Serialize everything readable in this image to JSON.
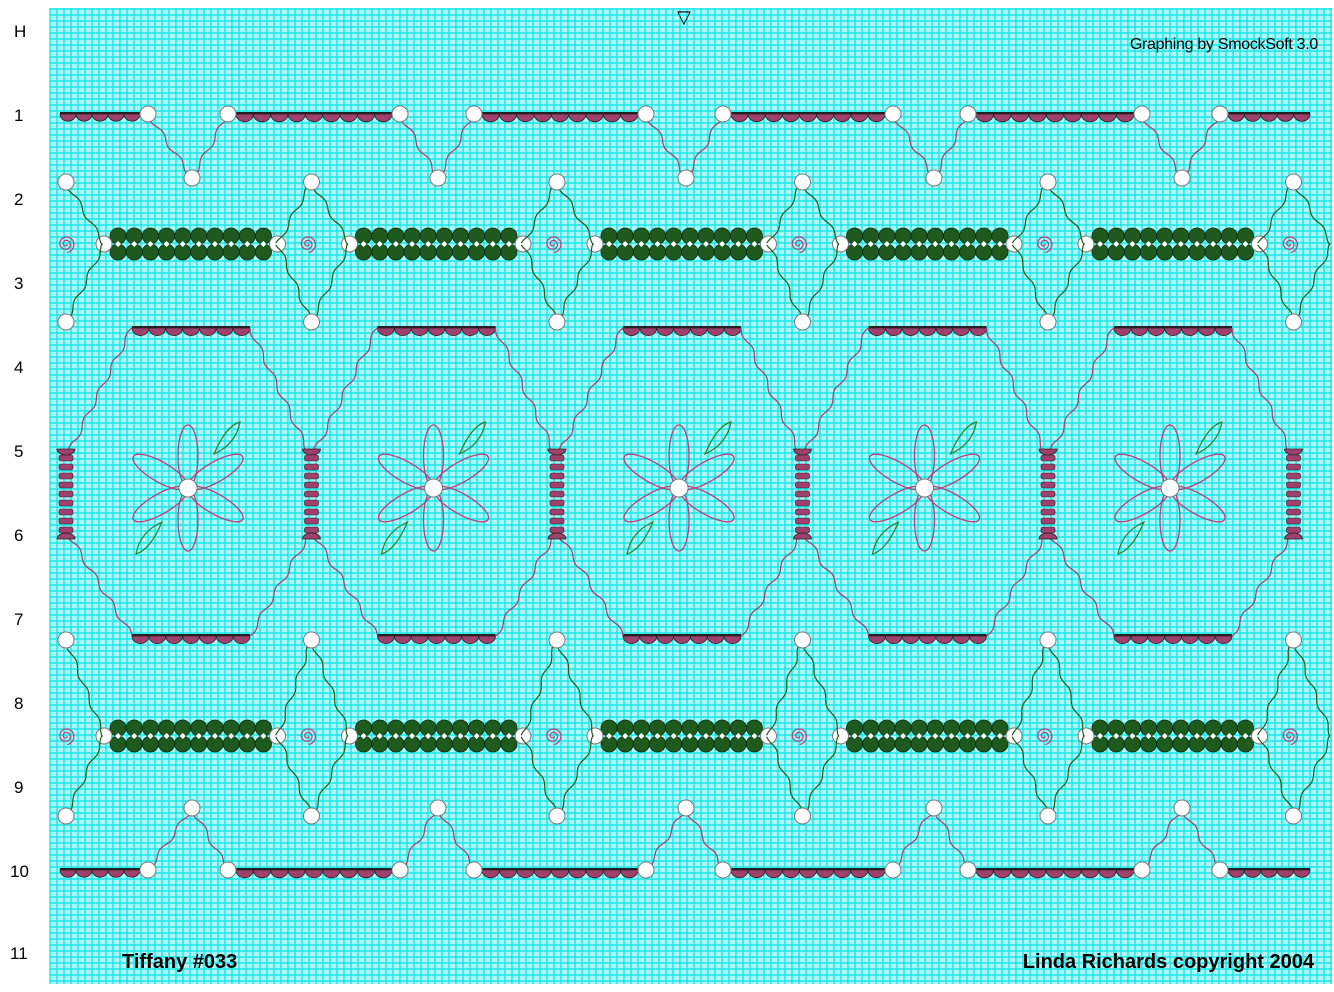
{
  "row_labels": [
    "H",
    "1",
    "2",
    "3",
    "4",
    "5",
    "6",
    "7",
    "8",
    "9",
    "10",
    "11"
  ],
  "credit": "Graphing by SmockSoft 3.0",
  "title": "Tiffany #033",
  "copyright": "Linda Richards copyright 2004",
  "center_marker": "▽",
  "colors": {
    "grid": "#19e6e6",
    "grid_background": "#aef7f7",
    "cable_maroon": "#a0406e",
    "cable_green": "#1e5a1e",
    "stitch_pink": "#b6407f",
    "stitch_green": "#2e7d2e",
    "bead_white": "#ffffff"
  }
}
